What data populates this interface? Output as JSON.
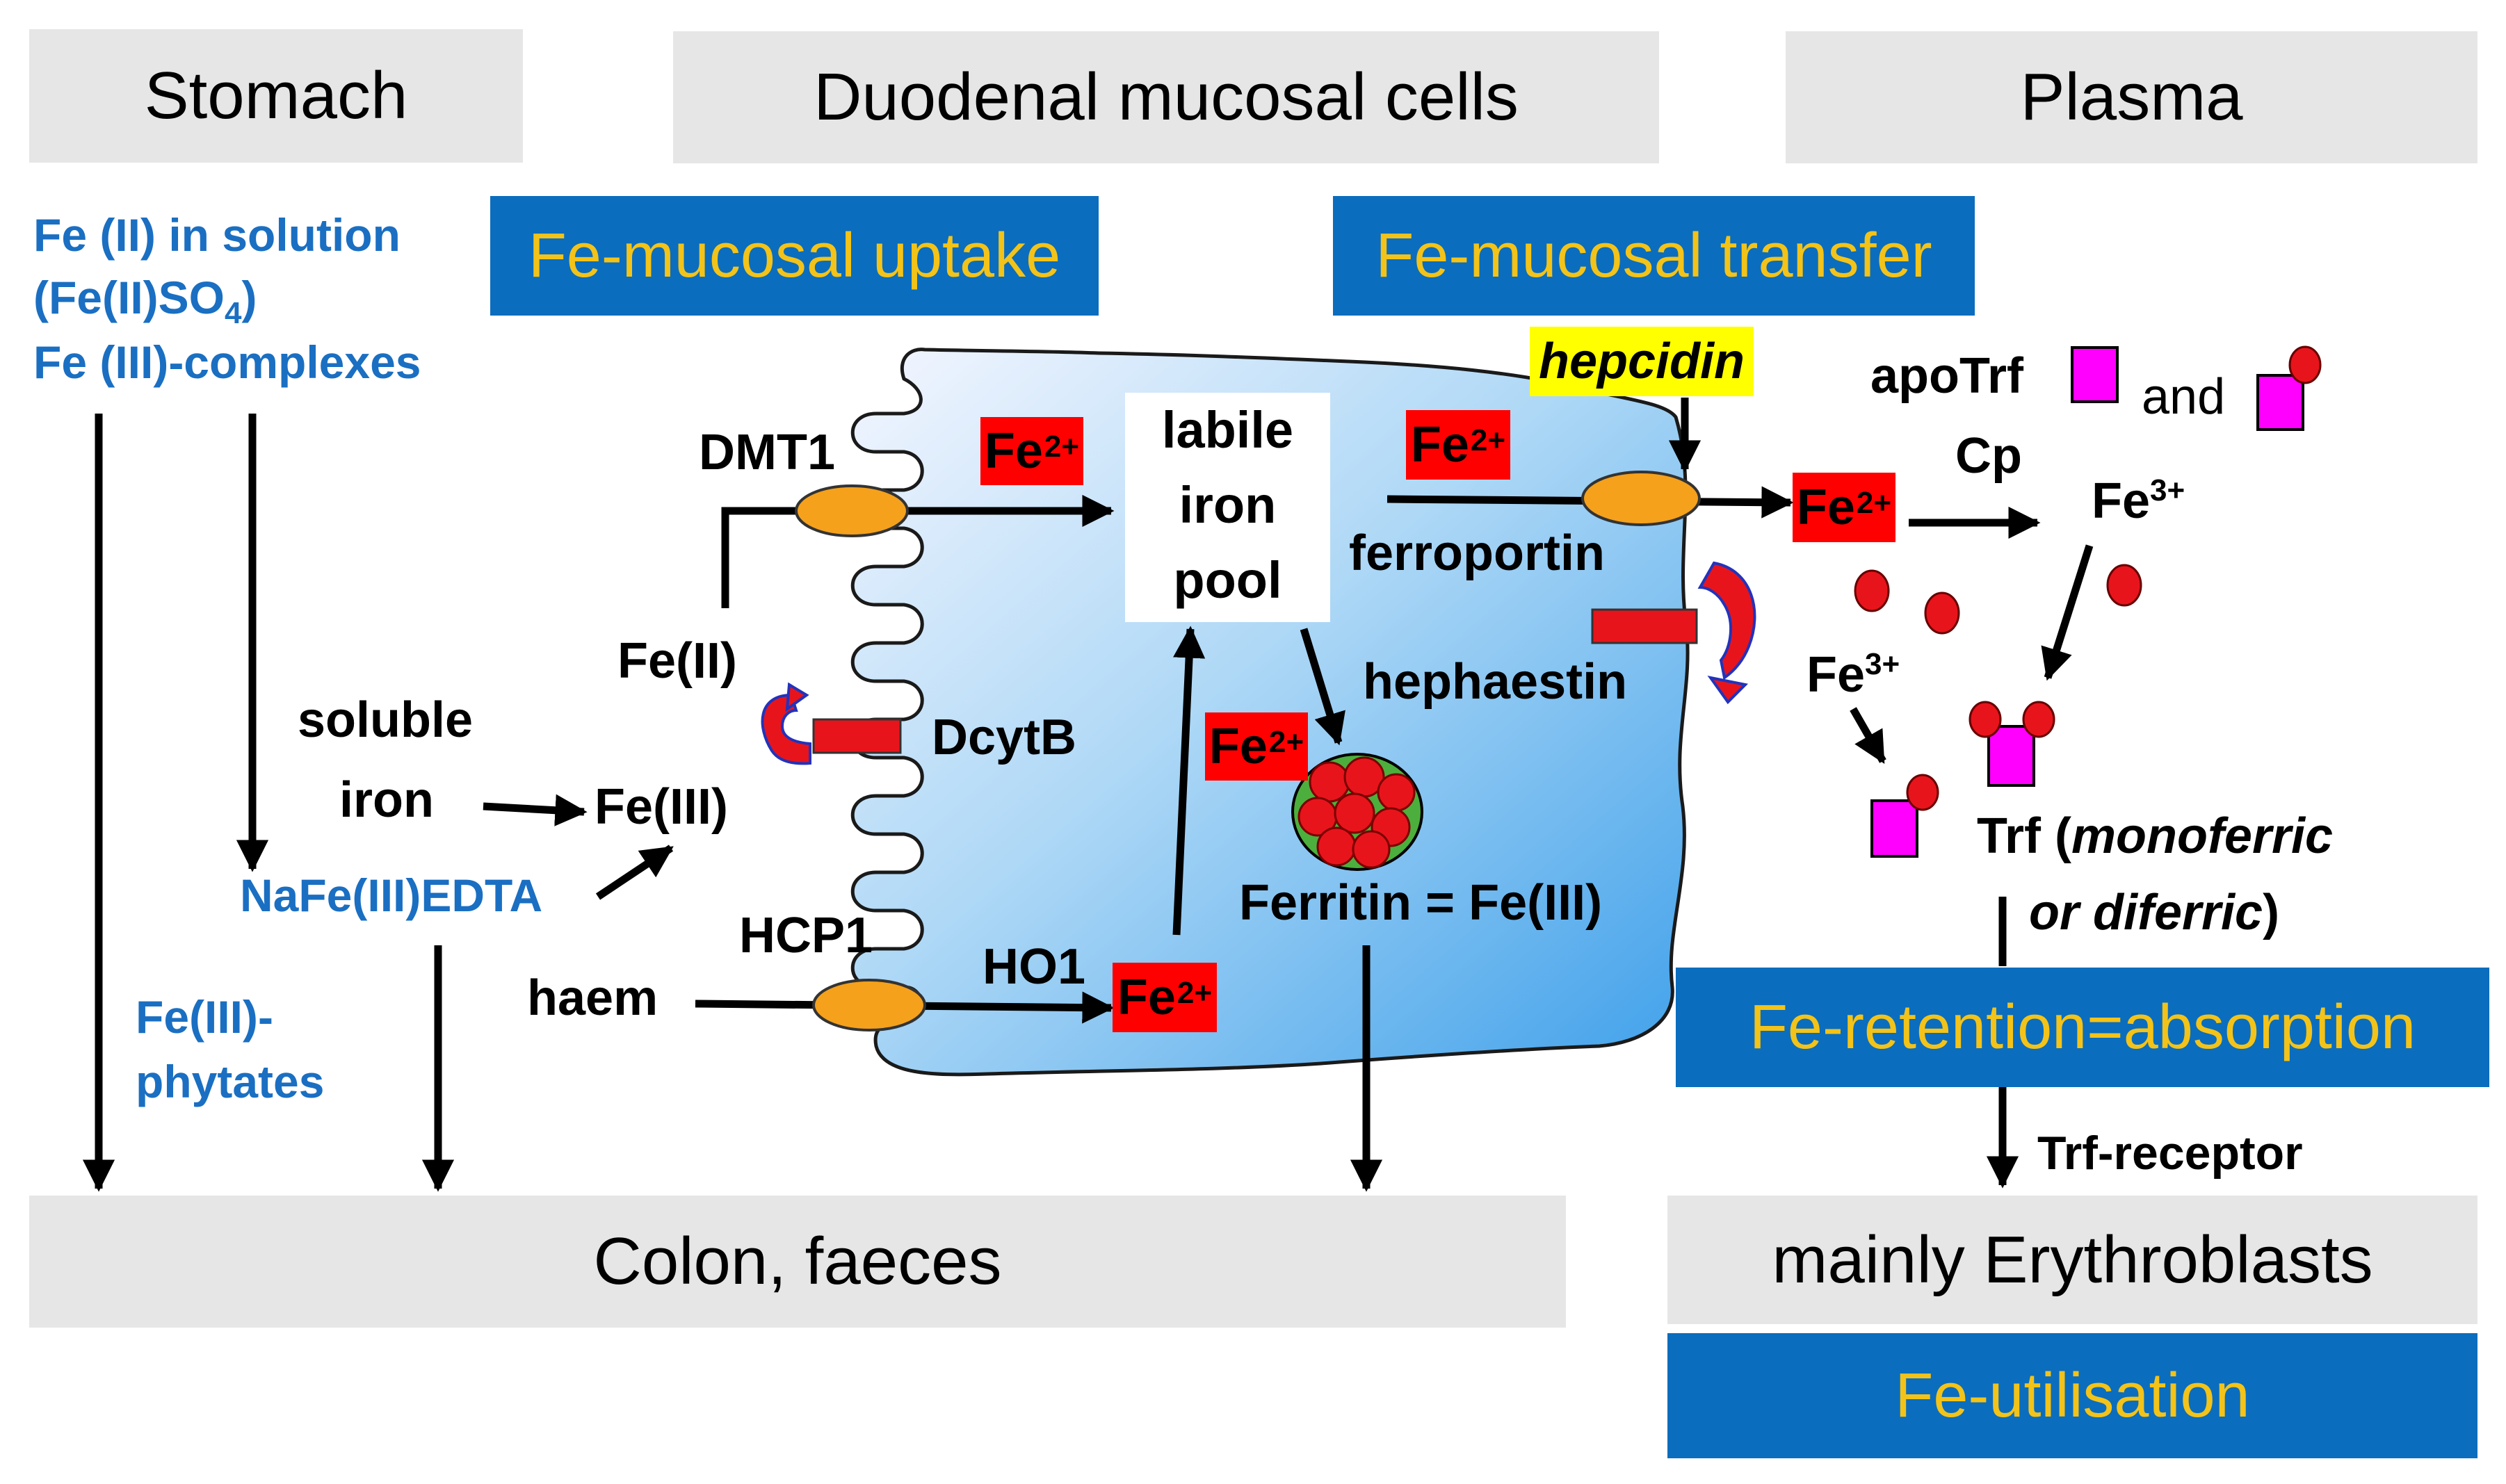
{
  "regions": {
    "stomach": "Stomach",
    "duodenal": "Duodenal mucosal cells",
    "plasma": "Plasma",
    "colon": "Colon, faeces",
    "erythroblasts": "mainly Erythroblasts"
  },
  "phases": {
    "uptake": "Fe-mucosal uptake",
    "transfer": "Fe-mucosal transfer",
    "retention": "Fe-retention=absorption",
    "utilisation": "Fe-utilisation"
  },
  "stomach_forms": {
    "line1": "Fe (II) in solution",
    "line2_pre": "(Fe(II)SO",
    "line2_sub": "4",
    "line2_post": ")",
    "line3": "Fe (III)-complexes",
    "naedta": "NaFe(III)EDTA",
    "phytates_1": "Fe(III)-",
    "phytates_2": "phytates"
  },
  "uptake_labels": {
    "soluble_1": "soluble",
    "soluble_2": "iron",
    "fe2": "Fe(II)",
    "fe3": "Fe(III)",
    "dmt1": "DMT1",
    "dcytb": "DcytB",
    "haem": "haem",
    "hcp1": "HCP1",
    "ho1": "HO1"
  },
  "cell_labels": {
    "pool_1": "labile",
    "pool_2": "iron",
    "pool_3": "pool",
    "ferroportin": "ferroportin",
    "hephaestin": "hephaestin",
    "ferritin": "Ferritin = Fe(III)",
    "hepcidin": "hepcidin"
  },
  "ion": {
    "base": "Fe",
    "fe2_sup": "2+",
    "fe3_sup": "3+"
  },
  "plasma_labels": {
    "apotrf": "apoTrf",
    "and": "and",
    "cp": "Cp",
    "trf_pre": "Trf (",
    "trf_mono": "monoferric",
    "trf_or": "or diferric",
    "trf_post": ")",
    "receptor": "Trf-receptor"
  },
  "colors": {
    "region_bg": "#e6e6e6",
    "phase_bg": "#0b6dbd",
    "phase_text": "#f3c319",
    "stomach_text": "#1a6fc2",
    "fe_ion": "#ff0000",
    "transporter": "#f5a11c",
    "transferrin": "#ff00ff",
    "hepcidin_highlight": "#ffff00",
    "ferritin_shell": "#4caf3d"
  }
}
